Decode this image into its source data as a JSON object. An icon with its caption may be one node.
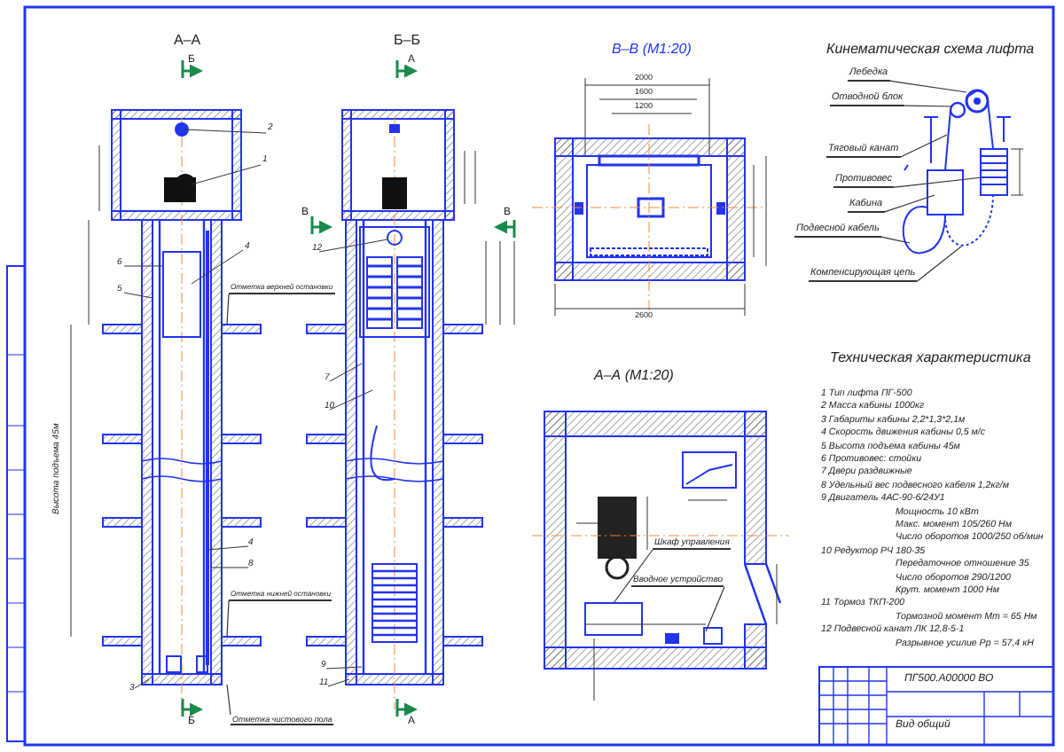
{
  "diagram": {
    "nodes": [
      {
        "text": [
          "Лебедка"
        ]
      },
      {
        "text": [
          "Отводной блок"
        ]
      },
      {
        "text": [
          "Тяговый канат"
        ]
      },
      {
        "text": [
          "Противовес"
        ]
      },
      {
        "text": [
          "Кабина"
        ]
      },
      {
        "text": [
          "Подвесной кабель"
        ]
      },
      {
        "text": [
          "Компенсирующая цепь"
        ]
      },
      {
        "text": [
          "Шкаф управления"
        ]
      },
      {
        "text": [
          "Вводное устройство"
        ]
      },
      {
        "text": [
          "Отметка верхней остановки"
        ]
      },
      {
        "text": [
          "Отметка нижней остановки"
        ]
      },
      {
        "text": [
          "Отметка чистового пола"
        ]
      }
    ],
    "edges": [
      {
        "from": 0,
        "to": null,
        "arrow": "none"
      },
      {
        "from": 1,
        "to": null,
        "arrow": "none"
      },
      {
        "from": 2,
        "to": null,
        "arrow": "none"
      },
      {
        "from": 3,
        "to": null,
        "arrow": "none"
      },
      {
        "from": 4,
        "to": null,
        "arrow": "none"
      },
      {
        "from": 5,
        "to": null,
        "arrow": "none"
      },
      {
        "from": 6,
        "to": null,
        "arrow": "none"
      },
      {
        "from": 7,
        "to": null,
        "arrow": "none"
      },
      {
        "from": 8,
        "to": null,
        "arrow": "none"
      },
      {
        "from": 9,
        "to": null,
        "arrow": "none"
      },
      {
        "from": 10,
        "to": null,
        "arrow": "none"
      },
      {
        "from": 11,
        "to": null,
        "arrow": "none"
      }
    ],
    "labels": [
      "А–А",
      "Б",
      "Б–Б",
      "А",
      "В–В (М1:20)",
      "2000",
      "1600",
      "1200",
      "2600",
      "Кинематическая схема лифта",
      "2",
      "1",
      "В",
      "В",
      "12",
      "4",
      "6",
      "5",
      "Высота подъема 45м",
      "7",
      "10",
      "4",
      "8",
      "3",
      "9",
      "11",
      "Б",
      "А",
      "Техническая характеристика",
      "1 Тип лифта ПГ-500",
      "2 Масса кабины 1000кг",
      "3 Габариты кабины 2,2*1,3*2,1м",
      "4 Скорость движения кабины 0,5 м/с",
      "5 Высота подъема кабины 45м",
      "6 Противовес: стойки",
      "7 Двери раздвижные",
      "8 Удельный вес подвесного кабеля 1,2кг/м",
      "9 Двигатель 4АС-90-6/24У1",
      "Мощность 10 кВт",
      "Макс. момент 105/260 Нм",
      "Число оборотов 1000/250 об/мин",
      "10 Редуктор РЧ 180-35",
      "Передаточное отношение 35",
      "Число оборотов 290/1200",
      "Крут. момент 1000 Нм",
      "11 Тормоз ТКП-200",
      "Тормозной момент Мт = 65 Нм",
      "12 Подвесной канат ЛК 12,8-5-1",
      "Разрывное усилие Рр = 57,4 кН",
      "А–А (М1:20)",
      "ПГ500.А00000 ВО",
      "Вид общий"
    ]
  }
}
